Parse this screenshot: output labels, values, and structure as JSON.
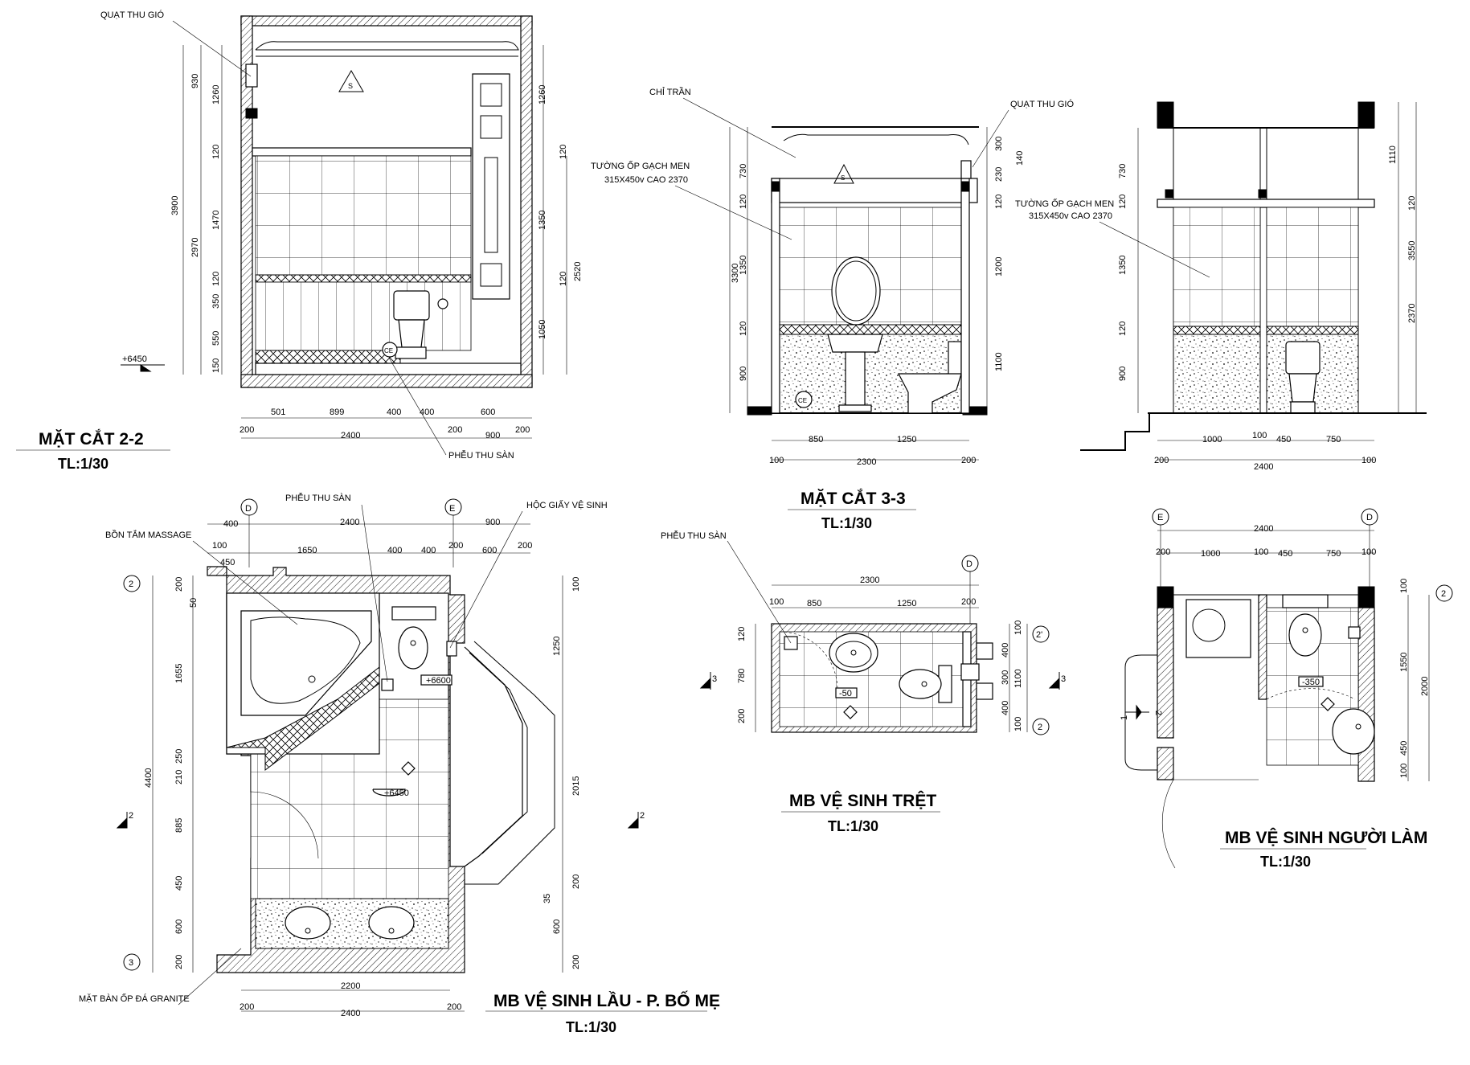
{
  "sheet": {
    "title": "Vietnamese bathroom architectural drawing sheet"
  },
  "section_2_2": {
    "title": "MẶT CẮT 2-2",
    "scale": "TL:1/30",
    "labels": {
      "fan": "QUẠT THU GIÓ",
      "drain": "PHỄU THU SÀN",
      "level": "+6450"
    },
    "left_outer_dims": [
      "3900"
    ],
    "left_mid_dims": [
      "930",
      "2970"
    ],
    "left_inner_dims": [
      "1260",
      "120",
      "1470",
      "120",
      "350",
      "550",
      "150"
    ],
    "right_inner_dims": [
      "1260",
      "120",
      "1350",
      "120",
      "1050"
    ],
    "right_outer_dims": [
      "2520"
    ],
    "bottom_dims": [
      "501",
      "899",
      "400",
      "400",
      "200",
      "600"
    ],
    "overall_dims": [
      "200",
      "2400",
      "200",
      "900",
      "200"
    ]
  },
  "section_3_3": {
    "title": "MẶT CẮT 3-3",
    "scale": "TL:1/30",
    "labels": {
      "trim": "CHỈ TRẦN",
      "tile": "TƯỜNG ỐP GẠCH MEN",
      "tile_spec": "315X450v CAO 2370",
      "fan": "QUẠT THU GIÓ"
    },
    "left_outer_dims": [
      "3300"
    ],
    "left_inner_dims": [
      "730",
      "120",
      "1350",
      "120",
      "900"
    ],
    "right_dims": [
      "300",
      "230",
      "120",
      "1200",
      "1100"
    ],
    "right_extra": [
      "140"
    ],
    "bottom_dims": [
      "850",
      "1250"
    ],
    "overall_dims": [
      "100",
      "2300",
      "200"
    ]
  },
  "section_staff": {
    "labels": {
      "tile": "TƯỜNG ỐP GẠCH MEN",
      "tile_spec": "315X450v CAO 2370"
    },
    "left_dims": [
      "730",
      "120",
      "1350",
      "120",
      "900"
    ],
    "right_inner_dims": [
      "1110",
      "120",
      "2370"
    ],
    "right_outer_dims": [
      "3550"
    ],
    "bottom_dims": [
      "1000",
      "100",
      "450",
      "750"
    ],
    "overall_dims": [
      "200",
      "2400",
      "100"
    ]
  },
  "plan_upper": {
    "title": "MB VỆ SINH LẦU - P. BỐ MẸ",
    "scale": "TL:1/30",
    "labels": {
      "tub": "BỒN TẮM MASSAGE",
      "drain": "PHỄU THU SÀN",
      "tissue": "HỘC GIẤY VỆ SINH",
      "counter": "MẶT BÀN ỐP ĐÁ GRANITE"
    },
    "grid_labels": [
      "D",
      "E",
      "2",
      "3"
    ],
    "section_marks": [
      "2",
      "2"
    ],
    "levels": [
      "+6600",
      "+6450"
    ],
    "top_overall": [
      "2400",
      "900"
    ],
    "top_row1": [
      "400",
      "100",
      "1650",
      "400",
      "400",
      "200",
      "600",
      "200"
    ],
    "top_row2": [
      "450"
    ],
    "left_outer_dims": [
      "4400"
    ],
    "left_inner_dims": [
      "200",
      "50",
      "1655",
      "250",
      "210",
      "885",
      "450",
      "600",
      "200"
    ],
    "right_dims": [
      "100",
      "1250",
      "2015",
      "200",
      "35",
      "600",
      "200"
    ],
    "bottom_dims": [
      "2200"
    ],
    "bottom_overall": [
      "200",
      "2400",
      "200"
    ]
  },
  "plan_ground": {
    "title": "MB VỆ SINH TRỆT",
    "scale": "TL:1/30",
    "labels": {
      "drain": "PHỄU THU SÀN"
    },
    "grid_labels": [
      "D",
      "2'",
      "2"
    ],
    "section_marks": [
      "3",
      "3"
    ],
    "levels": [
      "-50"
    ],
    "top_overall": [
      "2300"
    ],
    "top_dims": [
      "100",
      "850",
      "1250",
      "200"
    ],
    "left_dims": [
      "120",
      "780",
      "200"
    ],
    "right_inner_dims": [
      "400",
      "300",
      "400"
    ],
    "right_outer_dims": [
      "100",
      "1100",
      "100"
    ]
  },
  "plan_staff": {
    "title": "MB VỆ SINH NGƯỜI LÀM",
    "scale": "TL:1/30",
    "grid_labels": [
      "E",
      "D",
      "2"
    ],
    "section_marks": [
      "1",
      "2"
    ],
    "levels": [
      "-350"
    ],
    "top_overall": [
      "2400"
    ],
    "top_dims": [
      "200",
      "1000",
      "100",
      "450",
      "750",
      "100"
    ],
    "right_inner_dims": [
      "100",
      "1550",
      "450",
      "100"
    ],
    "right_outer_dims": [
      "2000"
    ]
  }
}
